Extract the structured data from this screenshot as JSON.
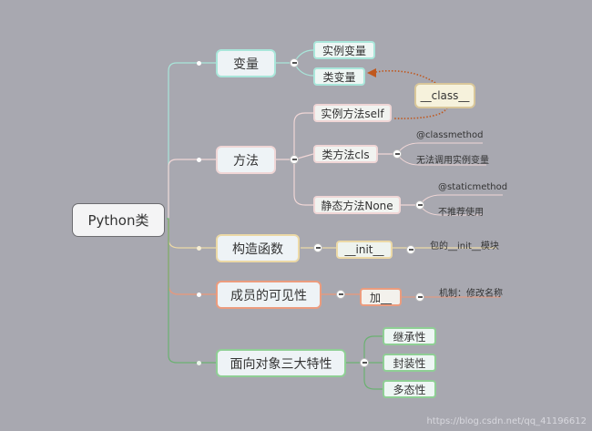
{
  "root": {
    "label": "Python类"
  },
  "branches": {
    "variables": {
      "label": "变量",
      "children": [
        "实例变量",
        "类变量"
      ],
      "color": "#a9e6da"
    },
    "methods": {
      "label": "方法",
      "color": "#f0d6d6",
      "children": [
        {
          "label": "实例方法self"
        },
        {
          "label": "类方法cls",
          "notes": [
            "@classmethod",
            "无法调用实例变量"
          ]
        },
        {
          "label": "静态方法None",
          "notes": [
            "@staticmethod",
            "不推荐使用"
          ]
        }
      ]
    },
    "constructor": {
      "label": "构造函数",
      "child": "__init__",
      "note": "包的__init__模块",
      "color": "#ecd9a6"
    },
    "visibility": {
      "label": "成员的可见性",
      "child": "加__",
      "note": "机制：修改名称",
      "color": "#ec9c7e"
    },
    "oop": {
      "label": "面向对象三大特性",
      "children": [
        "继承性",
        "封装性",
        "多态性"
      ],
      "color": "#8fcf95"
    }
  },
  "relation": {
    "label": "__class__",
    "color": "#c0581e"
  },
  "watermark": "https://blog.csdn.net/qq_41196612"
}
